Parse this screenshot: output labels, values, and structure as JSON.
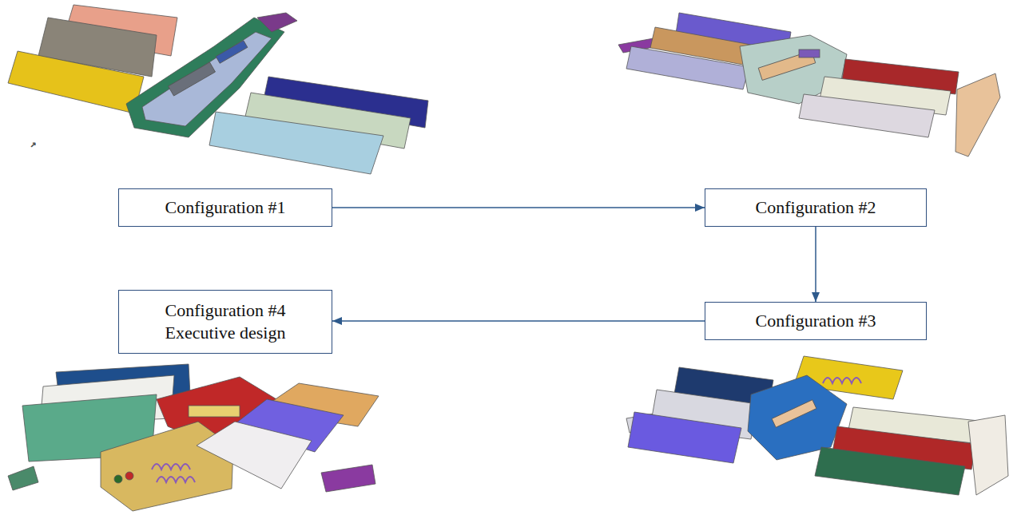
{
  "diagram": {
    "nodes": [
      {
        "text": [
          "Configuration #1"
        ]
      },
      {
        "text": [
          "Configuration #2"
        ]
      },
      {
        "text": [
          "Configuration #3"
        ]
      },
      {
        "text": [
          "Configuration #4",
          "Executive design"
        ]
      }
    ],
    "edges": [
      {
        "from": 0,
        "to": 1,
        "arrow": "to"
      },
      {
        "from": 1,
        "to": 2,
        "arrow": "to"
      },
      {
        "from": 2,
        "to": 3,
        "arrow": "to"
      }
    ]
  }
}
